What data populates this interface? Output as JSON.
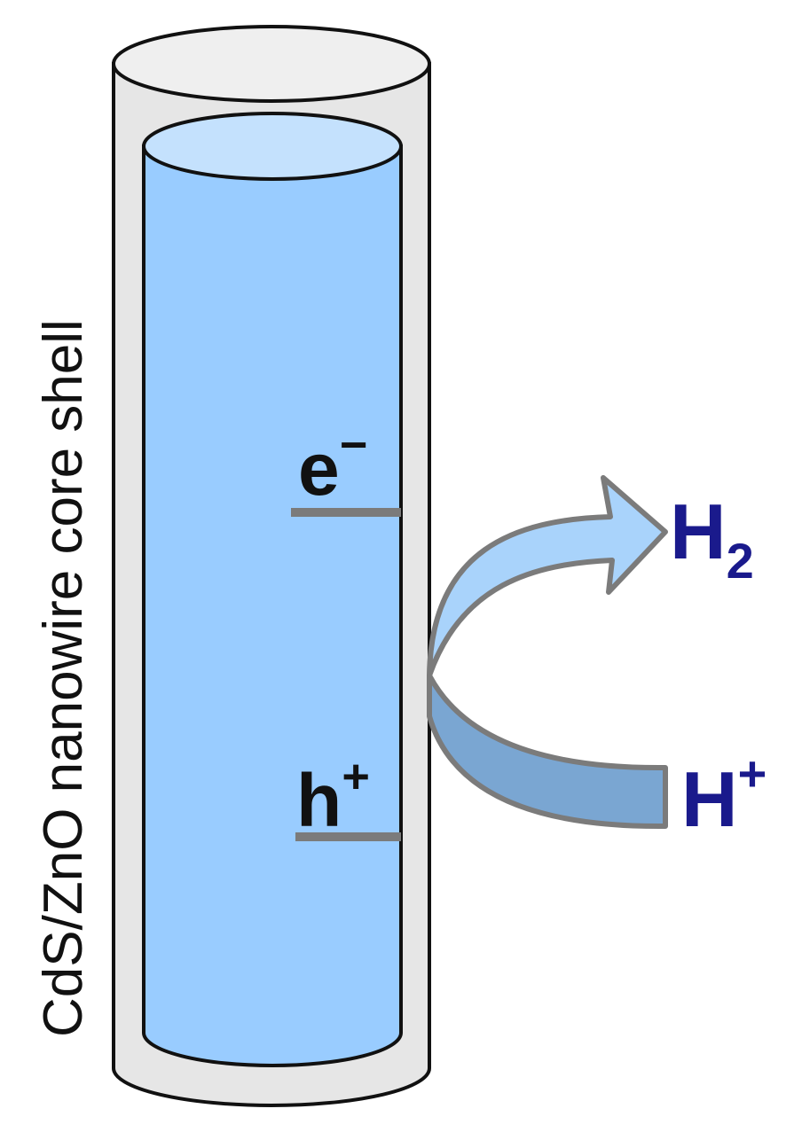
{
  "side_label": "CdS/ZnO nanowire core shell",
  "carriers": {
    "electron": {
      "symbol": "e",
      "sign": "−"
    },
    "hole": {
      "symbol": "h",
      "sign": "+"
    }
  },
  "products": {
    "hydrogen_molecule": {
      "symbol": "H",
      "subscript": "2"
    },
    "proton": {
      "symbol": "H",
      "superscript": "+"
    }
  },
  "colors": {
    "shell_fill": "#e6e6e6",
    "shell_top": "#efefef",
    "core_fill": "#99ccff",
    "core_top": "#c4e1fd",
    "arrow_upper": "#a9d3fb",
    "arrow_lower": "#7aa6d2",
    "outline": "#111111",
    "level_line": "#7b7b7b",
    "species_text": "#1a1a8c"
  }
}
